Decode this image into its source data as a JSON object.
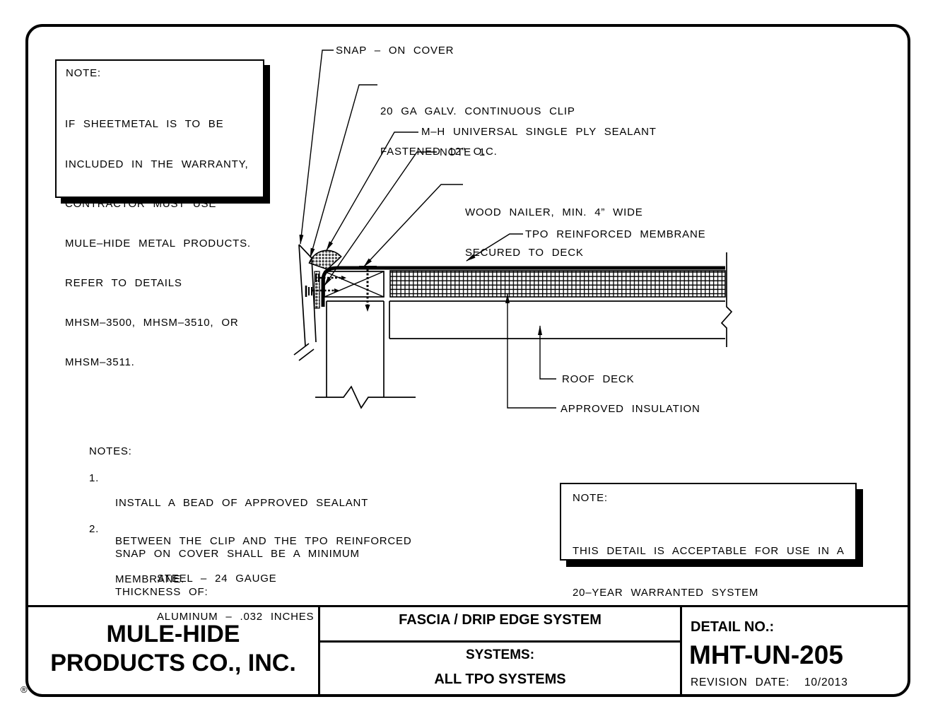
{
  "colors": {
    "ink": "#000000",
    "paper": "#ffffff"
  },
  "note_box_top_left": {
    "title": "NOTE:",
    "lines": [
      "IF SHEETMETAL IS TO BE",
      "INCLUDED IN THE WARRANTY,",
      "CONTRACTOR MUST USE",
      "MULE–HIDE METAL PRODUCTS.",
      "REFER TO DETAILS",
      "MHSM–3500, MHSM–3510, OR",
      "MHSM–3511."
    ]
  },
  "callouts": {
    "snap_on_cover": "SNAP – ON COVER",
    "clip_line1": "20 GA GALV. CONTINUOUS CLIP",
    "clip_line2": "FASTENED 12” O.C.",
    "sealant": "M–H UNIVERSAL SINGLE PLY SEALANT",
    "note1_ref": "NOTE 1",
    "nailer_line1": "WOOD NAILER, MIN. 4” WIDE",
    "nailer_line2": "SECURED TO DECK",
    "membrane": "TPO REINFORCED MEMBRANE",
    "roof_deck": "ROOF DECK",
    "insulation": "APPROVED INSULATION"
  },
  "notes": {
    "heading": "NOTES:",
    "item1": {
      "num": "1.",
      "lines": [
        "INSTALL A BEAD OF APPROVED SEALANT",
        "BETWEEN THE CLIP AND THE TPO REINFORCED",
        "MEMBRANE."
      ]
    },
    "item2": {
      "num": "2.",
      "lines": [
        "SNAP ON COVER SHALL BE A MINIMUM",
        "THICKNESS OF:"
      ],
      "sublines": [
        "STEEL – 24 GAUGE",
        "ALUMINUM – .032 INCHES"
      ]
    }
  },
  "note_box_right": {
    "title": "NOTE:",
    "lines": [
      "THIS DETAIL IS ACCEPTABLE FOR USE IN A",
      "20–YEAR WARRANTED SYSTEM"
    ]
  },
  "title_block": {
    "company_line1": "MULE-HIDE",
    "company_line2": "PRODUCTS CO., INC.",
    "registered_mark": "®",
    "system_title": "FASCIA / DRIP EDGE SYSTEM",
    "systems_label": "SYSTEMS:",
    "systems_value": "ALL TPO SYSTEMS",
    "detail_no_label": "DETAIL NO.:",
    "detail_no": "MHT-UN-205",
    "revision_label": "REVISION DATE:",
    "revision_date": "10/2013"
  }
}
